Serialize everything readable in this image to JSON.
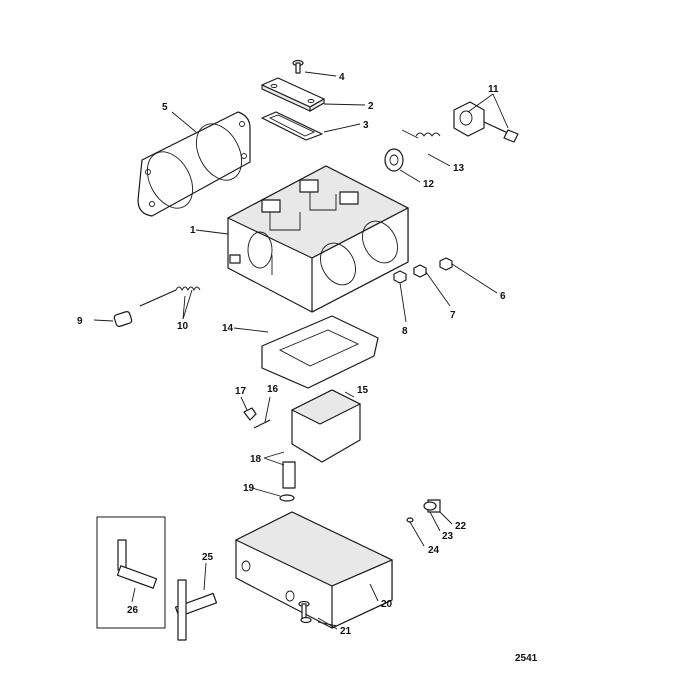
{
  "figure_number": "2541",
  "callouts": [
    {
      "id": "c1",
      "label": "1"
    },
    {
      "id": "c2",
      "label": "2"
    },
    {
      "id": "c3",
      "label": "3"
    },
    {
      "id": "c4",
      "label": "4"
    },
    {
      "id": "c5",
      "label": "5"
    },
    {
      "id": "c6",
      "label": "6"
    },
    {
      "id": "c7",
      "label": "7"
    },
    {
      "id": "c8",
      "label": "8"
    },
    {
      "id": "c9",
      "label": "9"
    },
    {
      "id": "c10",
      "label": "10"
    },
    {
      "id": "c11",
      "label": "11"
    },
    {
      "id": "c12",
      "label": "12"
    },
    {
      "id": "c13",
      "label": "13"
    },
    {
      "id": "c14",
      "label": "14"
    },
    {
      "id": "c15",
      "label": "15"
    },
    {
      "id": "c16",
      "label": "16"
    },
    {
      "id": "c17",
      "label": "17"
    },
    {
      "id": "c18",
      "label": "18"
    },
    {
      "id": "c19",
      "label": "19"
    },
    {
      "id": "c20",
      "label": "20"
    },
    {
      "id": "c21",
      "label": "21"
    },
    {
      "id": "c22",
      "label": "22"
    },
    {
      "id": "c23",
      "label": "23"
    },
    {
      "id": "c24",
      "label": "24"
    },
    {
      "id": "c25",
      "label": "25"
    },
    {
      "id": "c26",
      "label": "26"
    }
  ]
}
